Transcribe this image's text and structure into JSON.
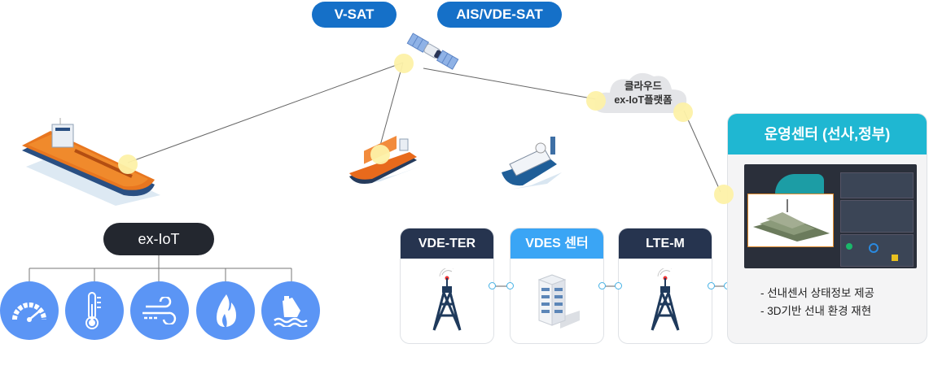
{
  "satellites": {
    "vsat_label": "V-SAT",
    "ais_label": "AIS/VDE-SAT"
  },
  "cloud": {
    "line1": "클라우드",
    "line2": "ex-IoT플랫폼"
  },
  "iot": {
    "label": "ex-IoT",
    "sensors": [
      {
        "icon": "speedometer-icon"
      },
      {
        "icon": "thermometer-icon"
      },
      {
        "icon": "wind-icon"
      },
      {
        "icon": "flame-icon"
      },
      {
        "icon": "ship-wave-icon"
      }
    ]
  },
  "network_nodes": [
    {
      "label": "VDE-TER",
      "color": "#26344f",
      "icon": "radio-tower-icon"
    },
    {
      "label": "VDES 센터",
      "color": "#3aa5f5",
      "icon": "building-icon"
    },
    {
      "label": "LTE-M",
      "color": "#26344f",
      "icon": "radio-tower-icon"
    }
  ],
  "operations_center": {
    "title": "운영센터 (선사,정부)",
    "bullets": [
      "- 선내센서 상태정보 제공",
      "- 3D기반 선내 환경 재현"
    ]
  },
  "colors": {
    "sat_pill": "#1570c8",
    "sensor_circle": "#5b95f5",
    "center_header": "#1fb7d2",
    "iot_pill": "#23272f"
  }
}
